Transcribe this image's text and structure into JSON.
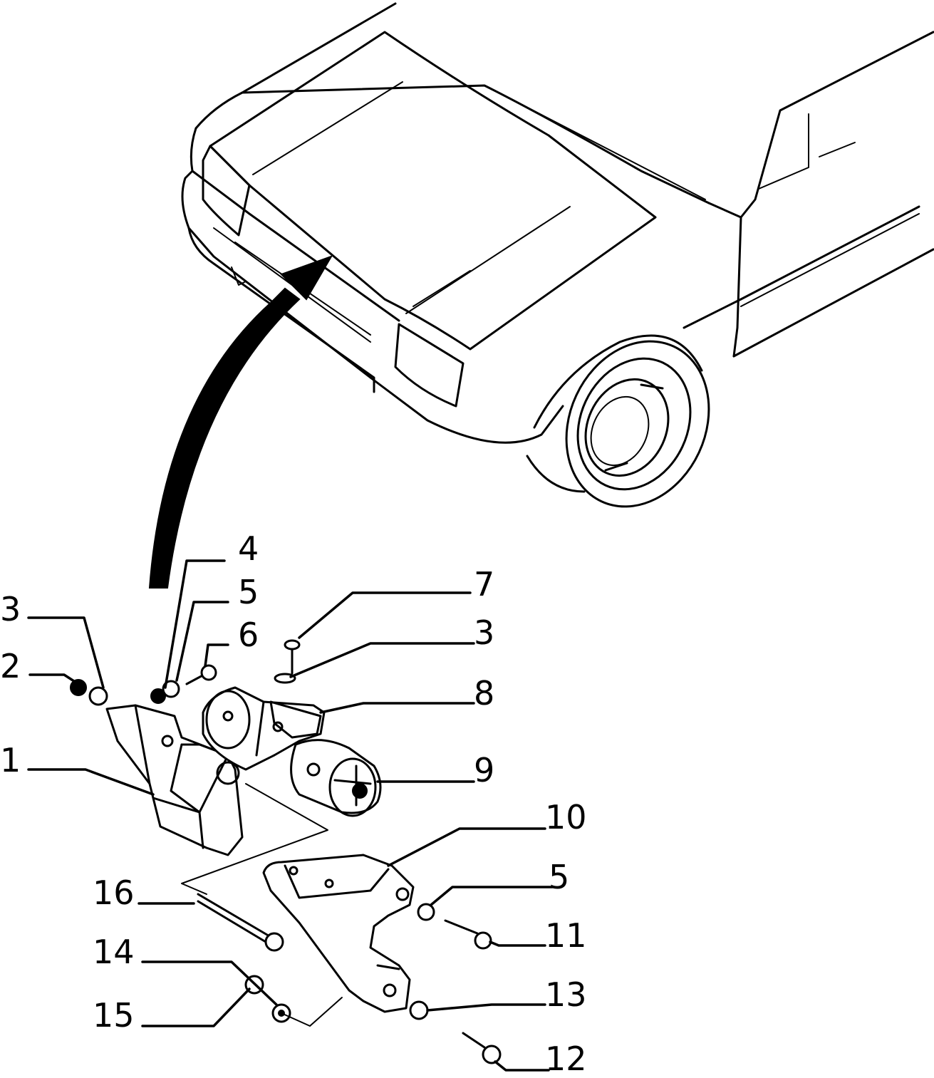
{
  "diagram": {
    "callouts": [
      {
        "id": "c1",
        "label": "1"
      },
      {
        "id": "c2",
        "label": "2"
      },
      {
        "id": "c3a",
        "label": "3"
      },
      {
        "id": "c3b",
        "label": "3"
      },
      {
        "id": "c4",
        "label": "4"
      },
      {
        "id": "c5a",
        "label": "5"
      },
      {
        "id": "c5b",
        "label": "5"
      },
      {
        "id": "c6",
        "label": "6"
      },
      {
        "id": "c7",
        "label": "7"
      },
      {
        "id": "c8",
        "label": "8"
      },
      {
        "id": "c9",
        "label": "9"
      },
      {
        "id": "c10",
        "label": "10"
      },
      {
        "id": "c11",
        "label": "11"
      },
      {
        "id": "c12",
        "label": "12"
      },
      {
        "id": "c13",
        "label": "13"
      },
      {
        "id": "c14",
        "label": "14"
      },
      {
        "id": "c15",
        "label": "15"
      },
      {
        "id": "c16",
        "label": "16"
      }
    ]
  }
}
